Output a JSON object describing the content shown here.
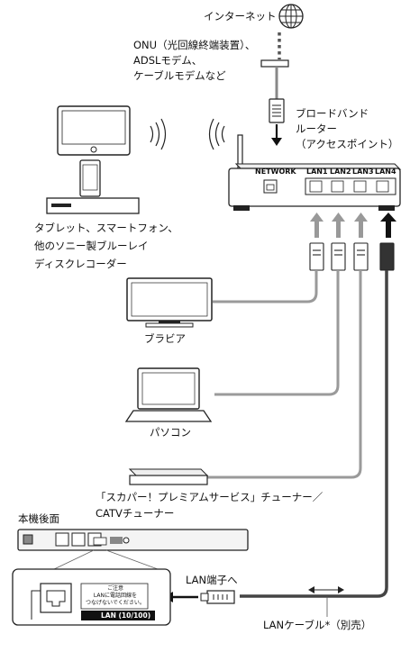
{
  "labels": {
    "internet": "インターネット",
    "modem": "ONU（光回線終端装置）、\nADSLモデム、\nケーブルモデムなど",
    "router": "ブロードバンド\nルーター\n（アクセスポイント）",
    "wireless_devices": "タブレット、スマートフォン、\n他のソニー製ブルーレイ\nディスクレコーダー",
    "tv": "ブラビア",
    "pc": "パソコン",
    "stb": "「スカパー！プレミアムサービス」チューナー／\nCATVチューナー",
    "rear_panel": "本機後面",
    "lan_port": "LAN端子へ",
    "lan_cable": "LANケーブル*（別売）"
  },
  "router_ports": {
    "network": "NETWORK",
    "lan1": "LAN1",
    "lan2": "LAN2",
    "lan3": "LAN3",
    "lan4": "LAN4"
  },
  "panel_detail": {
    "caution_title": "ご注意",
    "caution_text": "LANに電話回線を\nつなげないでください。",
    "port_label": "LAN (10/100)"
  }
}
